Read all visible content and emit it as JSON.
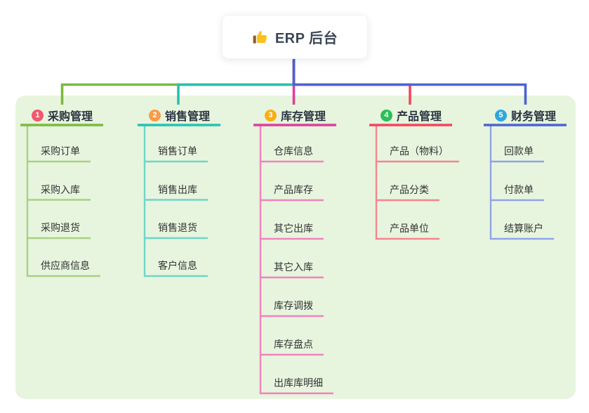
{
  "root": {
    "title": "ERP 后台",
    "icon": "thumbs-up-icon"
  },
  "theme": {
    "page_bg": "#FFFFFF",
    "panel_bg": "#E7F5DE",
    "title_text_color": "#2B3440",
    "child_text_color": "#333333"
  },
  "branches": [
    {
      "index": "1",
      "label": "采购管理",
      "badge_color": "#F1596C",
      "line_color": "#7CBA3F",
      "child_line_color": "#A9D184",
      "children": [
        "采购订单",
        "采购入库",
        "采购退货",
        "供应商信息"
      ]
    },
    {
      "index": "2",
      "label": "销售管理",
      "badge_color": "#FB9A47",
      "line_color": "#27C1B2",
      "child_line_color": "#6FD5C8",
      "children": [
        "销售订单",
        "销售出库",
        "销售退货",
        "客户信息"
      ]
    },
    {
      "index": "3",
      "label": "库存管理",
      "badge_color": "#FBAD15",
      "line_color": "#DF3F9A",
      "child_line_color": "#F083BE",
      "children": [
        "仓库信息",
        "产品库存",
        "其它出库",
        "其它入库",
        "库存调拨",
        "库存盘点",
        "出库库明细"
      ]
    },
    {
      "index": "4",
      "label": "产品管理",
      "badge_color": "#2EBD59",
      "line_color": "#F5455C",
      "child_line_color": "#F7848F",
      "children": [
        "产品（物料）",
        "产品分类",
        "产品单位"
      ]
    },
    {
      "index": "5",
      "label": "财务管理",
      "badge_color": "#2FA7DC",
      "line_color": "#4C63D2",
      "child_line_color": "#90A4E6",
      "children": [
        "回款单",
        "付款单",
        "结算账户"
      ]
    }
  ]
}
